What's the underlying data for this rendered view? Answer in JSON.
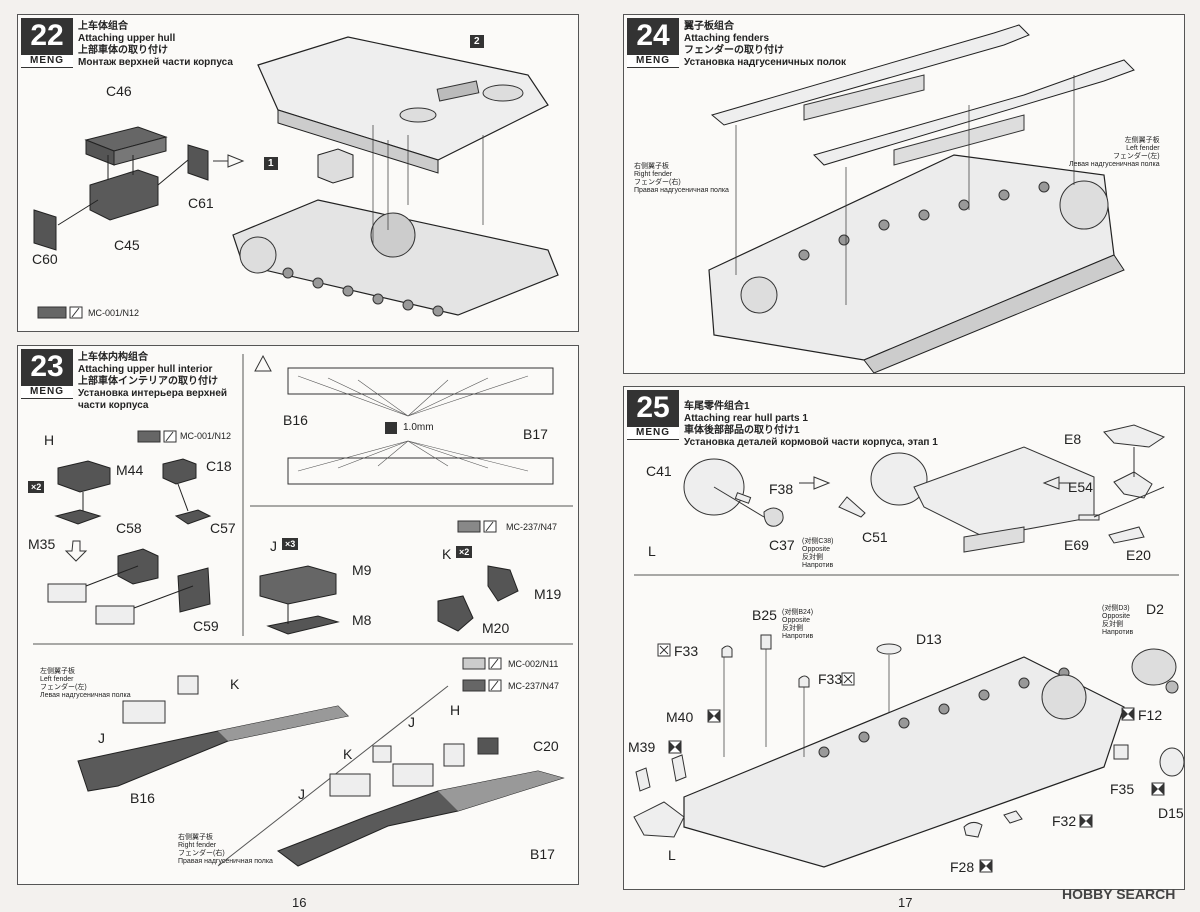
{
  "page_left": {
    "number": "16"
  },
  "page_right": {
    "number": "17"
  },
  "brand": "MENG",
  "step22": {
    "num": "22",
    "title_cn": "上车体组合",
    "title_en": "Attaching upper hull",
    "title_jp": "上部車体の取り付け",
    "title_ru": "Монтаж верхней части корпуса",
    "labels": {
      "c46": "C46",
      "c61": "C61",
      "c45": "C45",
      "c60": "C60",
      "m1": "1",
      "m2": "2"
    },
    "color_code": "MC-001/N12"
  },
  "step23": {
    "num": "23",
    "title_cn": "上车体内构组合",
    "title_en": "Attaching upper hull interior",
    "title_jp": "上部車体インテリアの取り付け",
    "title_ru1": "Установка интерьера верхней",
    "title_ru2": "части корпуса",
    "labels": {
      "h": "H",
      "x2a": "×2",
      "m44": "M44",
      "c18": "C18",
      "m35": "M35",
      "c58": "C58",
      "c57": "C57",
      "c59": "C59",
      "b16": "B16",
      "b17": "B17",
      "wire": "1.0mm",
      "j": "J",
      "x3": "×3",
      "m9": "M9",
      "m8": "M8",
      "k": "K",
      "x2b": "×2",
      "m19": "M19",
      "m20": "M20",
      "k2": "K",
      "j2": "J",
      "b16b": "B16",
      "j3": "J",
      "k3": "K",
      "j4": "J",
      "h2": "H",
      "c20": "C20",
      "b17b": "B17"
    },
    "color_code_a": "MC-001/N12",
    "color_code_b": "MC-237/N47",
    "color_code_c": "MC-002/N11",
    "color_code_d": "MC-237/N47",
    "left_fender_cn": "左侧翼子板",
    "left_fender_en": "Left fender",
    "left_fender_jp": "フェンダー(左)",
    "left_fender_ru": "Левая надгусеничная полка",
    "right_fender_cn": "右侧翼子板",
    "right_fender_en": "Right fender",
    "right_fender_jp": "フェンダー(右)",
    "right_fender_ru": "Правая надгусеничная полка"
  },
  "step24": {
    "num": "24",
    "title_cn": "翼子板组合",
    "title_en": "Attaching fenders",
    "title_jp": "フェンダーの取り付け",
    "title_ru": "Установка надгусеничных полок",
    "right_cn": "右侧翼子板",
    "right_en": "Right fender",
    "right_jp": "フェンダー(右)",
    "right_ru": "Правая надгусеничная полка",
    "left_cn": "左侧翼子板",
    "left_en": "Left fender",
    "left_jp": "フェンダー(左)",
    "left_ru": "Левая надгусеничная полка"
  },
  "step25": {
    "num": "25",
    "title_cn": "车尾零件组合1",
    "title_en": "Attaching rear hull parts 1",
    "title_jp": "車体後部部品の取り付け1",
    "title_ru": "Установка деталей кормовой части корпуса, этап 1",
    "labels": {
      "c41": "C41",
      "f38": "F38",
      "c37": "C37",
      "c51": "C51",
      "l": "L",
      "e8": "E8",
      "e54": "E54",
      "e69": "E69",
      "e20": "E20",
      "b25": "B25",
      "d2": "D2",
      "d13": "D13",
      "f33a": "F33",
      "f33b": "F33",
      "m40": "M40",
      "m39": "M39",
      "f12": "F12",
      "f35": "F35",
      "d15": "D15",
      "f32": "F32",
      "f28": "F28",
      "l2": "L"
    },
    "c37_note": "(对侧C38)",
    "b24_note": "(对侧B24)",
    "d3_note": "(对侧D3)",
    "opposite_en": "Opposite",
    "opposite_jp": "反対側",
    "opposite_ru": "Напротив"
  },
  "watermark": "HOBBY SEARCH"
}
